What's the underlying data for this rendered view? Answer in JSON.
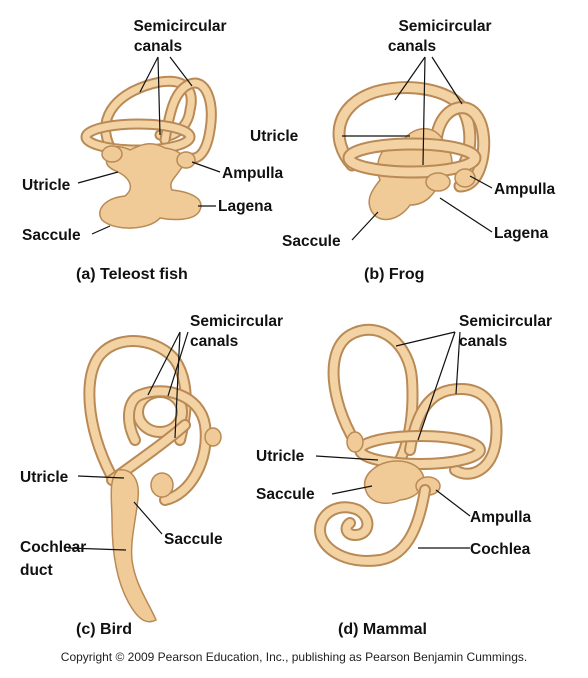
{
  "colors": {
    "tissue_fill": "#f3d3a4",
    "tissue_edge": "#b98a55",
    "text": "#111111"
  },
  "panels": {
    "a": {
      "caption_letter": "(a)",
      "caption_text": "Teleost fish",
      "labels": {
        "canals_1": "Semicircular",
        "canals_2": "canals",
        "ampulla": "Ampulla",
        "utricle": "Utricle",
        "lagena": "Lagena",
        "saccule": "Saccule"
      }
    },
    "b": {
      "caption_letter": "(b)",
      "caption_text": "Frog",
      "labels": {
        "canals_1": "Semicircular",
        "canals_2": "canals",
        "utricle": "Utricle",
        "ampulla": "Ampulla",
        "lagena": "Lagena",
        "saccule": "Saccule"
      }
    },
    "c": {
      "caption_letter": "(c)",
      "caption_text": "Bird",
      "labels": {
        "canals_1": "Semicircular",
        "canals_2": "canals",
        "utricle": "Utricle",
        "saccule": "Saccule",
        "duct_1": "Cochlear",
        "duct_2": "duct"
      }
    },
    "d": {
      "caption_letter": "(d)",
      "caption_text": "Mammal",
      "labels": {
        "canals_1": "Semicircular",
        "canals_2": "canals",
        "utricle": "Utricle",
        "saccule": "Saccule",
        "ampulla": "Ampulla",
        "cochlea": "Cochlea"
      }
    }
  },
  "copyright": "Copyright © 2009 Pearson Education, Inc., publishing as Pearson Benjamin Cummings."
}
